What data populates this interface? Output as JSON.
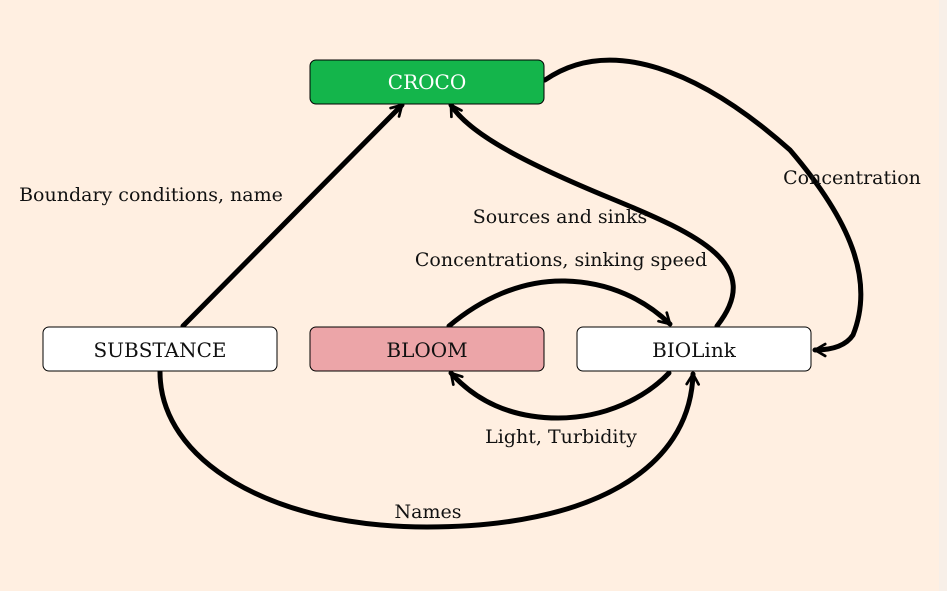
{
  "nodes": {
    "croco": {
      "label": "CROCO",
      "fill": "#14b54b",
      "text_color": "#ffffff"
    },
    "substance": {
      "label": "SUBSTANCE",
      "fill": "#ffffff",
      "text_color": "#111111"
    },
    "bloom": {
      "label": "BLOOM",
      "fill": "#eca5a8",
      "text_color": "#111111"
    },
    "biolink": {
      "label": "BIOLink",
      "fill": "#ffffff",
      "text_color": "#111111"
    }
  },
  "edges": {
    "substance_to_croco": {
      "label": "Boundary conditions, name"
    },
    "biolink_to_croco": {
      "label": "Sources and sinks"
    },
    "croco_to_biolink": {
      "label": "Concentration"
    },
    "bloom_to_biolink": {
      "label": "Concentrations, sinking speed"
    },
    "biolink_to_bloom": {
      "label": "Light, Turbidity"
    },
    "substance_to_biolink": {
      "label": "Names"
    }
  }
}
